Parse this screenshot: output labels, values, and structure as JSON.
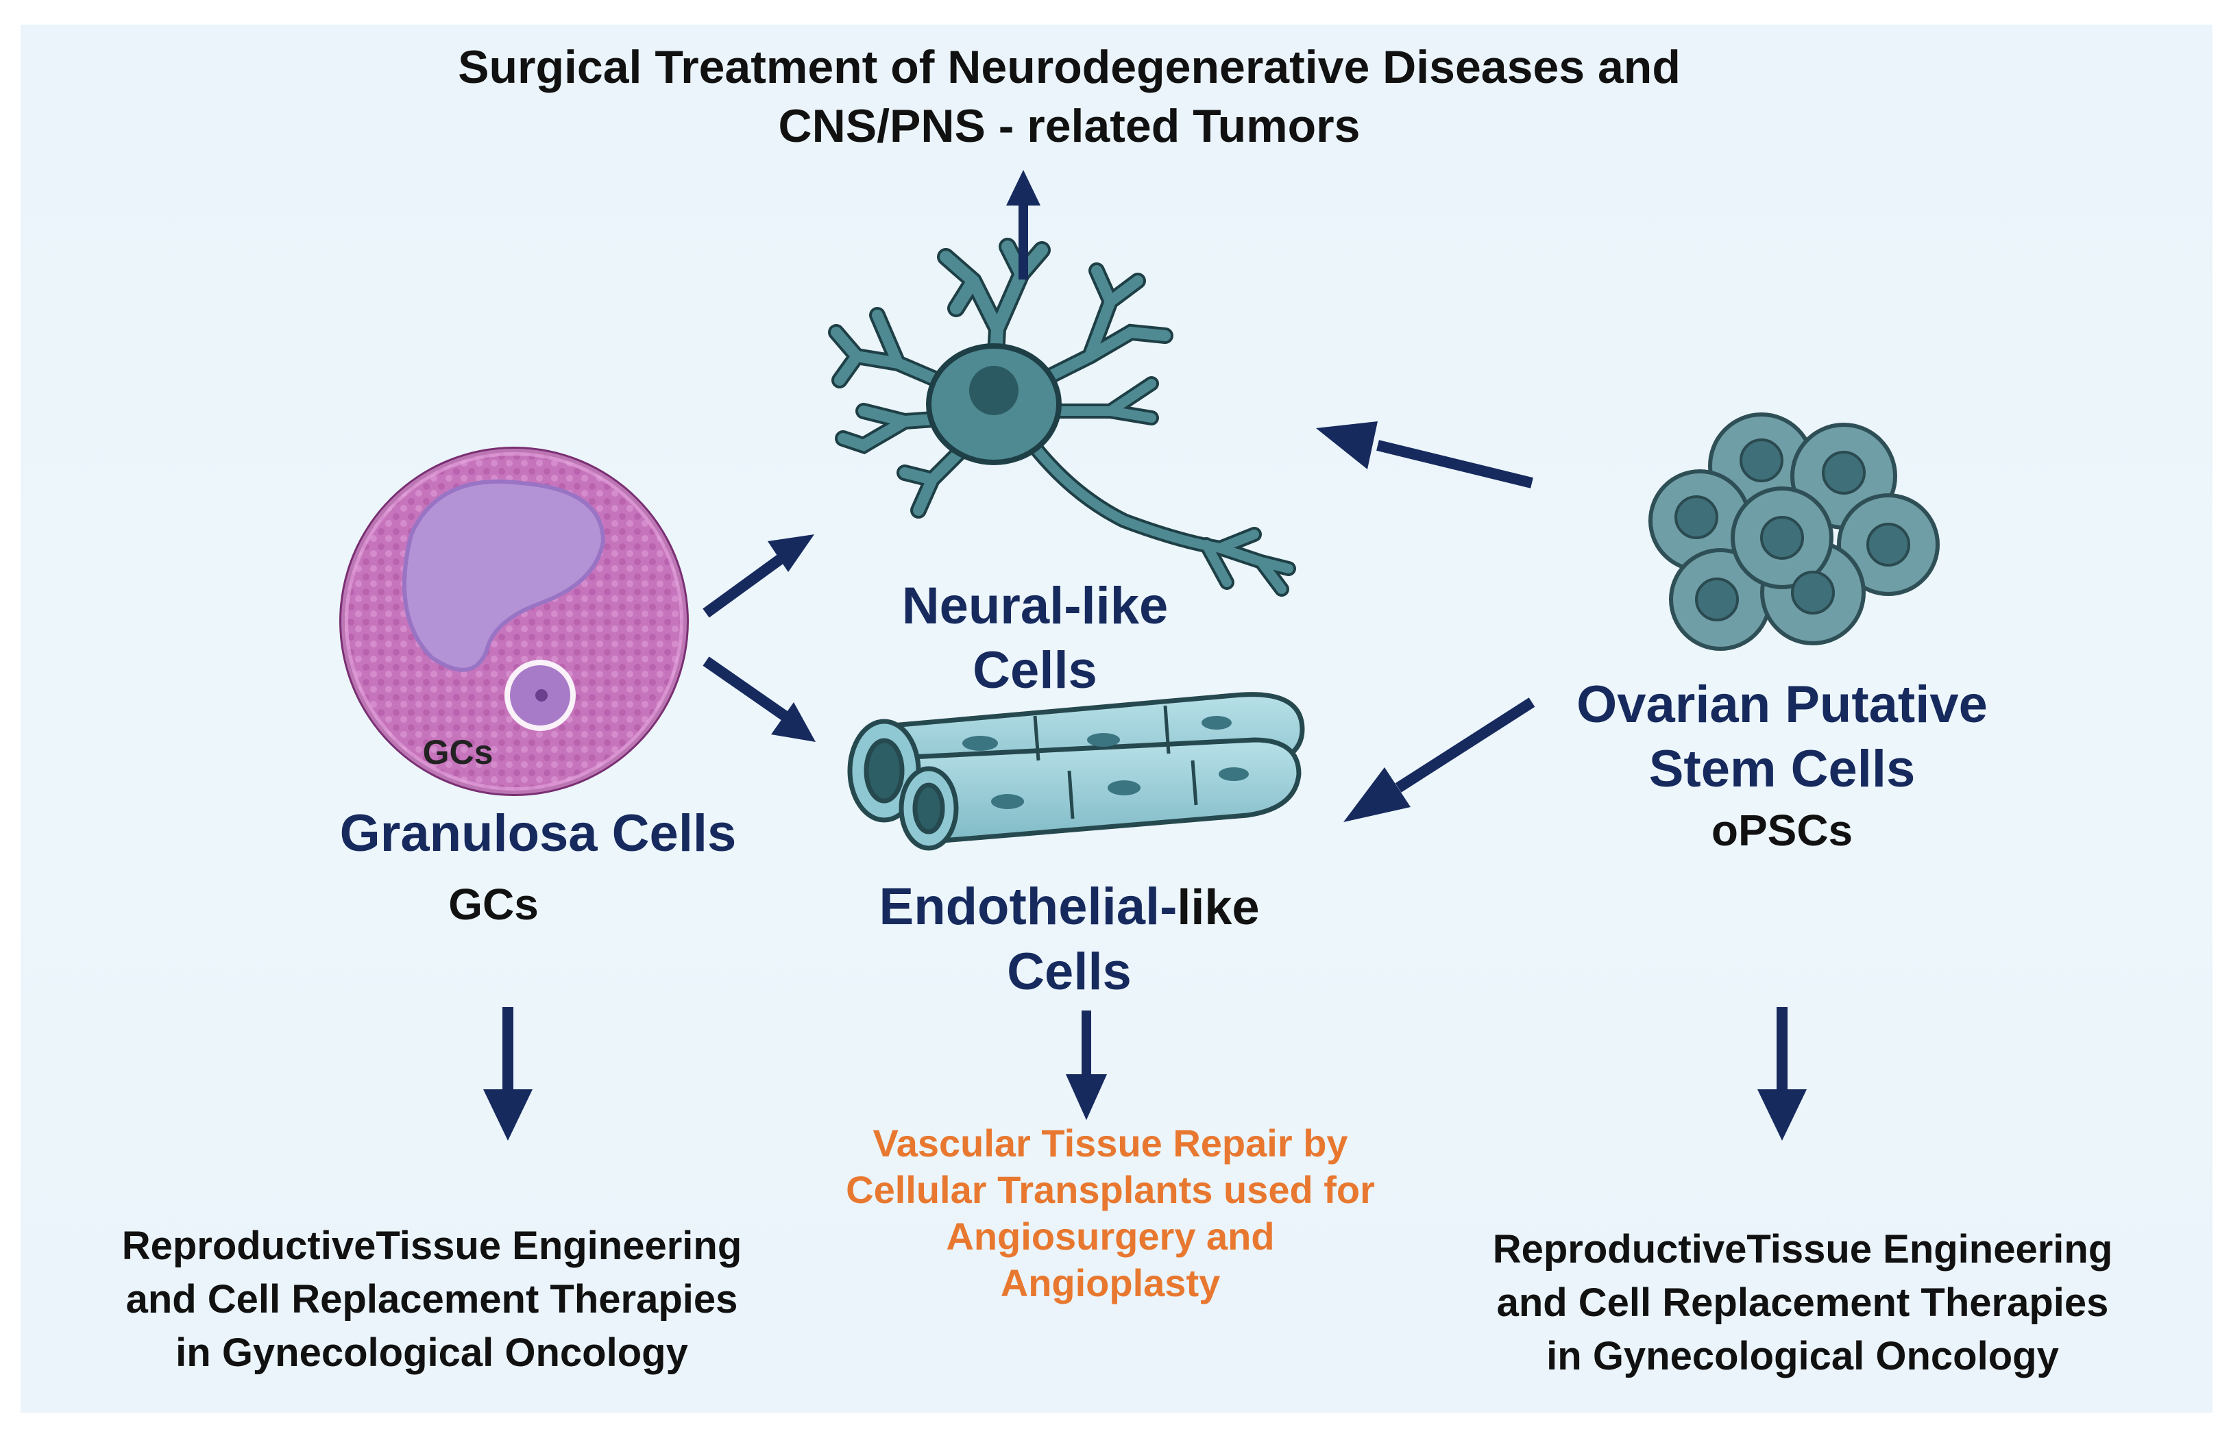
{
  "title": {
    "line1": "Surgical Treatment of Neurodegenerative Diseases and",
    "line2": "CNS/PNS - related Tumors"
  },
  "granulosa": {
    "image_label": "GCs",
    "name": "Granulosa Cells",
    "abbr": "GCs",
    "outcome_lines": [
      "ReproductiveTissue Engineering",
      "and Cell Replacement Therapies",
      "in Gynecological Oncology"
    ]
  },
  "neural": {
    "name_line1": "Neural-like",
    "name_line2": "Cells"
  },
  "endothelial": {
    "name_part1": "Endothelial-",
    "name_part2": "like",
    "name_line2": "Cells",
    "outcome_lines": [
      "Vascular Tissue Repair by",
      "Cellular Transplants used for",
      "Angiosurgery and",
      "Angioplasty"
    ]
  },
  "opsc": {
    "name_line1": "Ovarian Putative",
    "name_line2": "Stem Cells",
    "abbr": "oPSCs",
    "outcome_lines": [
      "ReproductiveTissue Engineering",
      "and Cell Replacement Therapies",
      "in Gynecological Oncology"
    ]
  },
  "icons": {
    "follicle": "ovarian-follicle-icon",
    "neuron": "neuron-icon",
    "vessel": "blood-vessel-icon",
    "cluster": "stem-cell-cluster-icon"
  },
  "colors": {
    "background": "#eaf4fa",
    "arrow": "#172a5e",
    "heading_blue": "#172a5e",
    "orange_text": "#e87830",
    "neuron_fill": "#4f8a92",
    "vessel_fill": "#8fc8d2",
    "cluster_fill": "#6f9ea7",
    "follicle_fill": "#c77cc0"
  }
}
